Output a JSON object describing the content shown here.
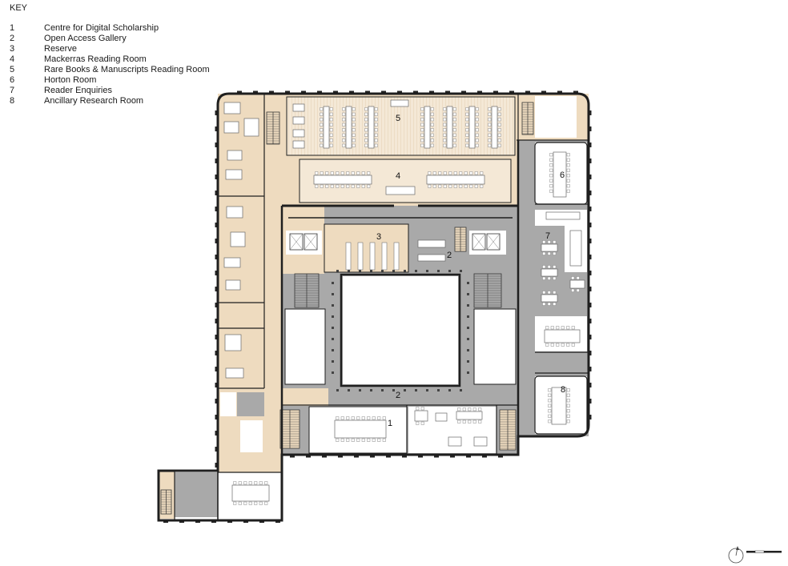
{
  "key": {
    "title": "KEY",
    "items": [
      {
        "number": "1",
        "label": "Centre for Digital Scholarship"
      },
      {
        "number": "2",
        "label": "Open Access Gallery"
      },
      {
        "number": "3",
        "label": "Reserve"
      },
      {
        "number": "4",
        "label": "Mackerras Reading Room"
      },
      {
        "number": "5",
        "label": "Rare Books & Manuscripts Reading Room"
      },
      {
        "number": "6",
        "label": "Horton Room"
      },
      {
        "number": "7",
        "label": "Reader Enquiries"
      },
      {
        "number": "8",
        "label": "Ancillary Research Room"
      }
    ]
  },
  "plan_labels": {
    "room_1": "1",
    "room_2_north": "2",
    "room_2_south": "2",
    "room_3": "3",
    "room_4": "4",
    "room_5": "5",
    "room_6": "6",
    "room_7": "7",
    "room_8": "8"
  },
  "colors": {
    "study_zone": "#eedbbf",
    "light_zone": "#f4e8d6",
    "service_zone": "#a9a9a9",
    "wall": "#1f1f1f"
  }
}
